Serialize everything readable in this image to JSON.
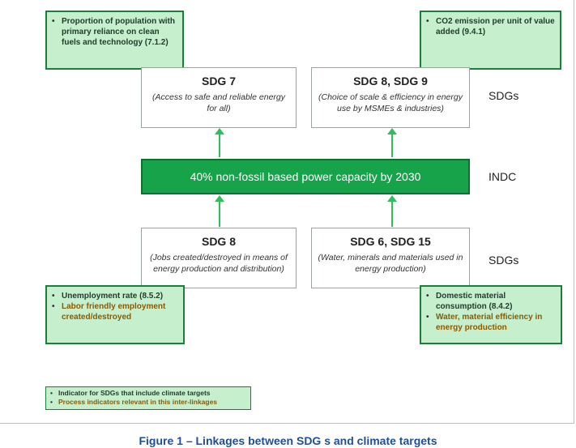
{
  "notes": {
    "top_left": [
      "Proportion of population with primary reliance on clean fuels and technology (7.1.2)"
    ],
    "top_right": [
      "CO2 emission per unit of value added (9.4.1)"
    ],
    "bottom_left": [
      "Unemployment rate (8.5.2)",
      "Labor friendly employment created/destroyed"
    ],
    "bottom_right": [
      "Domestic material consumption (8.4.2)",
      "Water, material efficiency in energy production"
    ]
  },
  "sdg_boxes": {
    "top_left": {
      "title": "SDG 7",
      "desc": "(Access to safe and reliable energy for all)"
    },
    "top_right": {
      "title": "SDG 8, SDG 9",
      "desc": "(Choice of scale & efficiency in energy use by MSMEs & industries)"
    },
    "bottom_left": {
      "title": "SDG 8",
      "desc": "(Jobs created/destroyed in means of energy production and distribution)"
    },
    "bottom_right": {
      "title": "SDG 6, SDG 15",
      "desc": "(Water, minerals and materials used in energy production)"
    }
  },
  "indc": {
    "text": "40% non-fossil based power capacity by 2030",
    "label": "INDC"
  },
  "side_labels": {
    "top": "SDGs",
    "bottom": "SDGs"
  },
  "legend": [
    "Indicator for SDGs that include climate targets",
    "Process indicators relevant in this inter-linkages"
  ],
  "caption": "Figure 1 – Linkages between SDG s and climate targets"
}
